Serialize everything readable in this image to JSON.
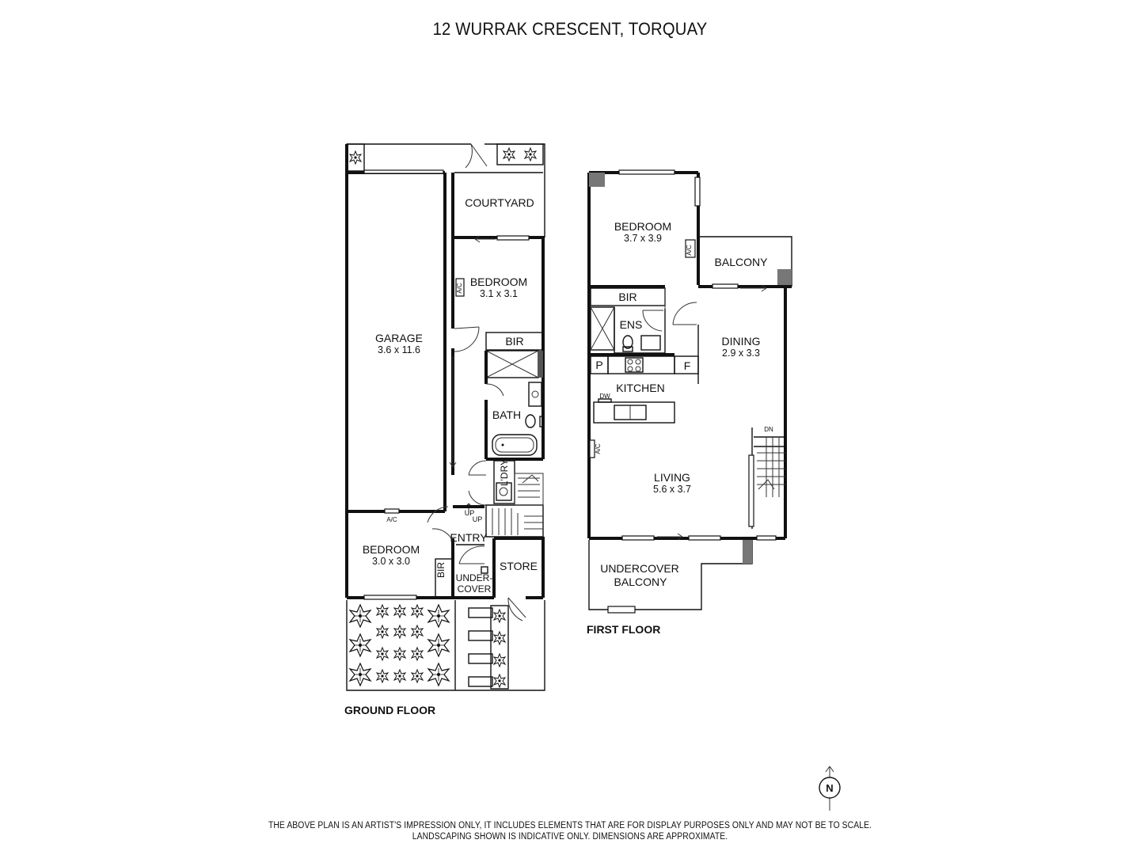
{
  "title": "12 WURRAK CRESCENT, TORQUAY",
  "floors": {
    "ground": "GROUND FLOOR",
    "first": "FIRST FLOOR"
  },
  "ground_rooms": {
    "courtyard": "COURTYARD",
    "bedroom1": {
      "name": "BEDROOM",
      "dims": "3.1 x 3.1"
    },
    "garage": {
      "name": "GARAGE",
      "dims": "3.6 x 11.6"
    },
    "bir1": "BIR",
    "bath": "BATH",
    "laundry": "L'DRY",
    "bedroom2": {
      "name": "BEDROOM",
      "dims": "3.0 x 3.0"
    },
    "bir2": "BIR",
    "entry": "ENTRY",
    "undercover": "UNDER-\nCOVER",
    "store": "STORE",
    "up1": "UP",
    "up2": "UP"
  },
  "first_rooms": {
    "bedroom": {
      "name": "BEDROOM",
      "dims": "3.7 x 3.9"
    },
    "balcony": "BALCONY",
    "bir": "BIR",
    "ens": "ENS",
    "dining": {
      "name": "DINING",
      "dims": "2.9 x 3.3"
    },
    "pantry": "P",
    "fridge": "F",
    "kitchen": "KITCHEN",
    "dw": "DW",
    "living": {
      "name": "LIVING",
      "dims": "5.6 x 3.7"
    },
    "dn": "DN",
    "undercover_balcony_line1": "UNDERCOVER",
    "undercover_balcony_line2": "BALCONY"
  },
  "ac_label": "A/C",
  "compass": "N",
  "disclaimer": {
    "line1": "THE ABOVE PLAN IS AN ARTIST'S IMPRESSION ONLY, IT INCLUDES ELEMENTS THAT ARE FOR DISPLAY PURPOSES ONLY AND MAY NOT BE TO SCALE.",
    "line2": "LANDSCAPING SHOWN IS INDICATIVE ONLY. DIMENSIONS ARE APPROXIMATE."
  }
}
